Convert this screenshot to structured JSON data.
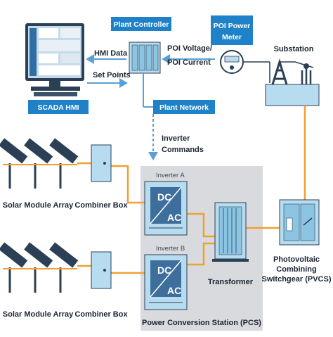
{
  "labels": {
    "plant_controller": "Plant Controller",
    "poi_power_meter_l1": "POI Power",
    "poi_power_meter_l2": "Meter",
    "substation": "Substation",
    "hmi_data": "HMI Data",
    "set_points": "Set Points",
    "poi_voltage": "POI Voltage/",
    "poi_current": "POI Current",
    "scada_hmi": "SCADA HMI",
    "plant_network": "Plant Network",
    "inverter_commands_l1": "Inverter",
    "inverter_commands_l2": "Commands",
    "inverter_a": "Inverter A",
    "inverter_b": "Inverter B",
    "dc": "DC",
    "ac": "AC",
    "transformer": "Transformer",
    "pvcs_l1": "Photovoltaic",
    "pvcs_l2": "Combining",
    "pvcs_l3": "Switchgear (PVCS)",
    "solar_array_top": "Solar Module Array",
    "combiner_top": "Combiner Box",
    "solar_array_bottom": "Solar Module Array",
    "combiner_bottom": "Combiner Box",
    "pcs": "Power Conversion Station (PCS)"
  },
  "colors": {
    "header_blue": "#1f82c8",
    "power_line": "#f0a030",
    "signal_line": "#5aa0d8",
    "pcs_bg": "#d8dadd",
    "equipment": "#b8dcef",
    "dark_outline": "#2b3f55"
  }
}
